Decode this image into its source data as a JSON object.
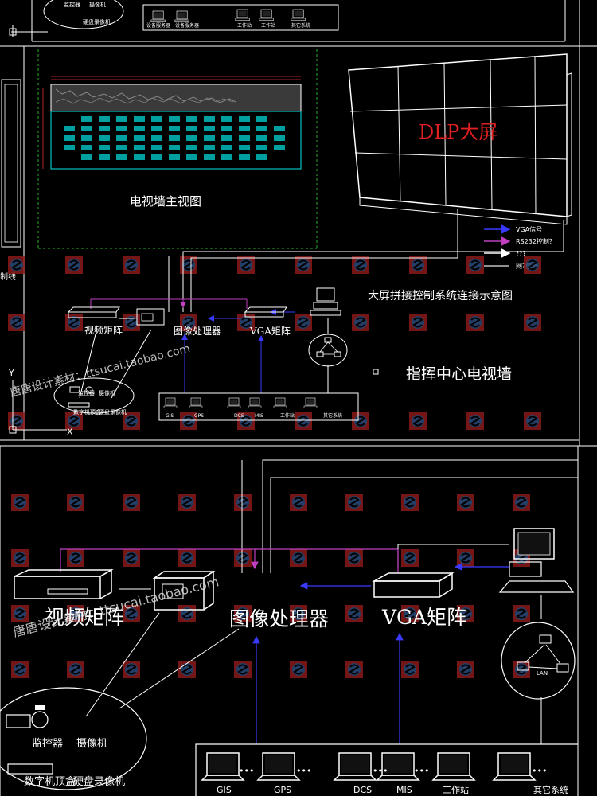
{
  "top_strip": {
    "labels": [
      "监控器",
      "摄像机",
      "硬盘录像机"
    ],
    "devices": [
      "设备服务器",
      "设备服务器",
      "工作站",
      "工作站",
      "其它系统"
    ]
  },
  "section1": {
    "tv_wall_caption": "电视墙主视图",
    "dlp_caption": "DLP大屏",
    "left_fragment": "制线",
    "legend": [
      {
        "label": "VGA信号",
        "color": "#3a3aff"
      },
      {
        "label": "RS232控制？",
        "color": "#c040c0"
      },
      {
        "label": "???",
        "color": "#ffffff"
      },
      {
        "label": "网?信号",
        "color": "#c0c0c0"
      }
    ],
    "diagram_title": "大屏拼接控制系统连接示意图",
    "command_title": "指挥中心电视墙",
    "nodes": {
      "video_matrix": "视频矩阵",
      "image_processor": "图像处理器",
      "vga_matrix": "VGA矩阵"
    },
    "cam_labels": [
      "监控器",
      "摄像机"
    ],
    "dvr_labels": [
      "数字机顶盒",
      "硬盘录像机"
    ],
    "bottom_devices": [
      "GIS",
      "GPS",
      "DCS",
      "MIS",
      "工作站",
      "其它系统"
    ],
    "axis_y": "Y",
    "axis_x": "X"
  },
  "section2": {
    "nodes": {
      "video_matrix": "视频矩阵",
      "image_processor": "图像处理器",
      "vga_matrix": "VGA矩阵"
    },
    "cam_labels": [
      "监控器",
      "摄像机"
    ],
    "dvr_labels": [
      "数字机顶盒",
      "硬盘录像机"
    ],
    "lan_label": "LAN",
    "bottom_devices": [
      "GIS",
      "GPS",
      "DCS",
      "MIS",
      "工作站",
      "其它系统"
    ]
  },
  "watermarks": [
    "唐唐设计素材：ttsucai.taobao.com",
    "唐唐设计素材：ttsucai.taobao.com"
  ],
  "colors": {
    "background": "#000000",
    "line": "#ffffff",
    "vga_signal": "#3a3aff",
    "rs232": "#c040c0",
    "dlp_text": "#e02020",
    "tv_wall_fill": "#00a0a0",
    "logo_red": "#8a1a1a",
    "logo_blue": "#2a4a7a"
  }
}
